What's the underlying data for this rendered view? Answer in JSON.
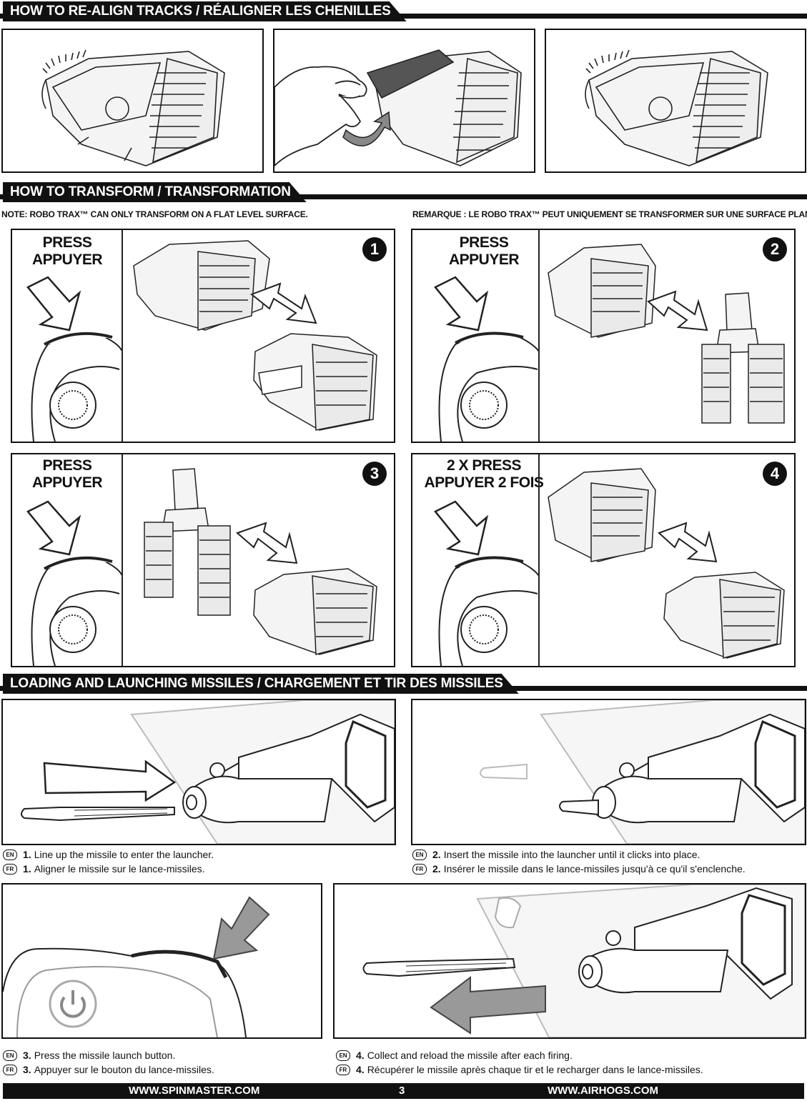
{
  "sections": {
    "tracks": "HOW TO RE-ALIGN TRACKS / RÉALIGNER LES CHENILLES",
    "transform": "HOW TO TRANSFORM / TRANSFORMATION",
    "missiles": "LOADING AND LAUNCHING MISSILES / CHARGEMENT ET TIR DES MISSILES"
  },
  "notes": {
    "en": "NOTE: ROBO TRAX™ CAN ONLY TRANSFORM ON A FLAT LEVEL SURFACE.",
    "fr": "REMARQUE : LE ROBO TRAX™ PEUT UNIQUEMENT SE TRANSFORMER SUR UNE SURFACE PLANE."
  },
  "transform_steps": [
    {
      "number": "1",
      "line1": "PRESS",
      "line2": "APPUYER"
    },
    {
      "number": "2",
      "line1": "PRESS",
      "line2": "APPUYER"
    },
    {
      "number": "3",
      "line1": "PRESS",
      "line2": "APPUYER"
    },
    {
      "number": "4",
      "line1": "2 X PRESS",
      "line2": "APPUYER 2 FOIS"
    }
  ],
  "lang_badges": {
    "en": "EN",
    "fr": "FR"
  },
  "missile_steps": [
    {
      "num": "1.",
      "en": "Line up the missile to enter the launcher.",
      "fr": "Aligner le missile sur le lance-missiles."
    },
    {
      "num": "2.",
      "en": "Insert the missile into the launcher until it clicks into place.",
      "fr": "Insérer le missile dans le lance-missiles jusqu'à ce qu'il s'enclenche."
    },
    {
      "num": "3.",
      "en": "Press the missile launch button.",
      "fr": "Appuyer sur le bouton du lance-missiles."
    },
    {
      "num": "4.",
      "en": "Collect and reload the missile after each firing.",
      "fr": "Récupérer le missile après chaque tir et le recharger dans le lance-missiles."
    }
  ],
  "footer": {
    "left": "WWW.SPINMASTER.COM",
    "page": "3",
    "right": "WWW.AIRHOGS.COM"
  },
  "icons": [
    "tank-icon",
    "hand-icon",
    "curved-arrow-icon",
    "press-arrow-icon",
    "controller-icon",
    "robot-icon",
    "missile-icon",
    "launcher-icon",
    "power-button-icon"
  ]
}
